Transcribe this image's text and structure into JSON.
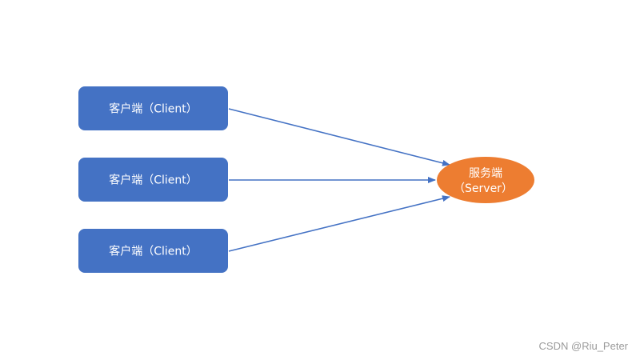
{
  "diagram": {
    "clients": [
      {
        "label": "客户端（Client）"
      },
      {
        "label": "客户端（Client）"
      },
      {
        "label": "客户端（Client）"
      }
    ],
    "server": {
      "line1": "服务端",
      "line2": "（Server）"
    }
  },
  "colors": {
    "client_fill": "#4472C4",
    "server_fill": "#ED7D31",
    "arrow": "#4472C4",
    "label_text": "#FFFFFF"
  },
  "watermark": "CSDN @Riu_Peter"
}
